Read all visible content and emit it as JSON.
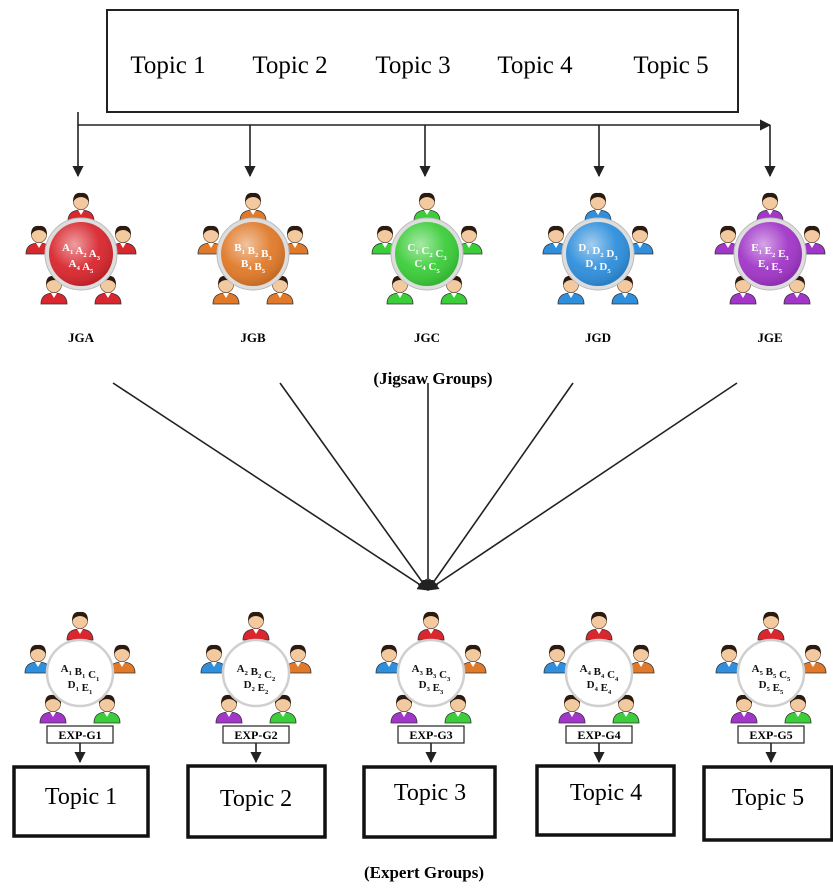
{
  "top_box": {
    "topics": [
      "Topic 1",
      "Topic 2",
      "Topic 3",
      "Topic 4",
      "Topic 5"
    ]
  },
  "jigsaw": {
    "caption": "(Jigsaw Groups)",
    "groups": [
      {
        "label": "JGA",
        "color": "#d8272e",
        "l1": [
          [
            "A",
            "1"
          ],
          [
            "A",
            "2"
          ],
          [
            "A",
            "3"
          ]
        ],
        "l2": [
          [
            "A",
            "4"
          ],
          [
            "A",
            "5"
          ]
        ]
      },
      {
        "label": "JGB",
        "color": "#e07a2a",
        "l1": [
          [
            "B",
            "1"
          ],
          [
            "B",
            "2"
          ],
          [
            "B",
            "3"
          ]
        ],
        "l2": [
          [
            "B",
            "4"
          ],
          [
            "B",
            "5"
          ]
        ]
      },
      {
        "label": "JGC",
        "color": "#3ccd3a",
        "l1": [
          [
            "C",
            "1"
          ],
          [
            "C",
            "2"
          ],
          [
            "C",
            "3"
          ]
        ],
        "l2": [
          [
            "C",
            "4"
          ],
          [
            "C",
            "5"
          ]
        ]
      },
      {
        "label": "JGD",
        "color": "#2f8fdc",
        "l1": [
          [
            "D",
            "1"
          ],
          [
            "D",
            "2"
          ],
          [
            "D",
            "3"
          ]
        ],
        "l2": [
          [
            "D",
            "4"
          ],
          [
            "D",
            "5"
          ]
        ]
      },
      {
        "label": "JGE",
        "color": "#a136c8",
        "l1": [
          [
            "E",
            "1"
          ],
          [
            "E",
            "2"
          ],
          [
            "E",
            "3"
          ]
        ],
        "l2": [
          [
            "E",
            "4"
          ],
          [
            "E",
            "5"
          ]
        ]
      }
    ]
  },
  "expert": {
    "caption": "(Expert Groups)",
    "groups": [
      {
        "label": "EXP-G1",
        "topic": "Topic 1",
        "l1": [
          [
            "A",
            "1"
          ],
          [
            "B",
            "1"
          ],
          [
            "C",
            "1"
          ]
        ],
        "l2": [
          [
            "D",
            "1"
          ],
          [
            "E",
            "1"
          ]
        ]
      },
      {
        "label": "EXP-G2",
        "topic": "Topic 2",
        "l1": [
          [
            "A",
            "2"
          ],
          [
            "B",
            "2"
          ],
          [
            "C",
            "2"
          ]
        ],
        "l2": [
          [
            "D",
            "2"
          ],
          [
            "E",
            "2"
          ]
        ]
      },
      {
        "label": "EXP-G3",
        "topic": "Topic 3",
        "l1": [
          [
            "A",
            "3"
          ],
          [
            "B",
            "3"
          ],
          [
            "C",
            "3"
          ]
        ],
        "l2": [
          [
            "D",
            "3"
          ],
          [
            "E",
            "3"
          ]
        ]
      },
      {
        "label": "EXP-G4",
        "topic": "Topic 4",
        "l1": [
          [
            "A",
            "4"
          ],
          [
            "B",
            "4"
          ],
          [
            "C",
            "4"
          ]
        ],
        "l2": [
          [
            "D",
            "4"
          ],
          [
            "E",
            "4"
          ]
        ]
      },
      {
        "label": "EXP-G5",
        "topic": "Topic 5",
        "l1": [
          [
            "A",
            "5"
          ],
          [
            "B",
            "5"
          ],
          [
            "C",
            "5"
          ]
        ],
        "l2": [
          [
            "D",
            "5"
          ],
          [
            "E",
            "5"
          ]
        ]
      }
    ],
    "member_colors": [
      "#d8272e",
      "#e07a2a",
      "#3ccd3a",
      "#a136c8",
      "#2f8fdc"
    ]
  },
  "colors": {
    "line": "#222222",
    "skin": "#f3c9a0",
    "hair": "#2a1a10",
    "ring": "#cfcfcf"
  }
}
